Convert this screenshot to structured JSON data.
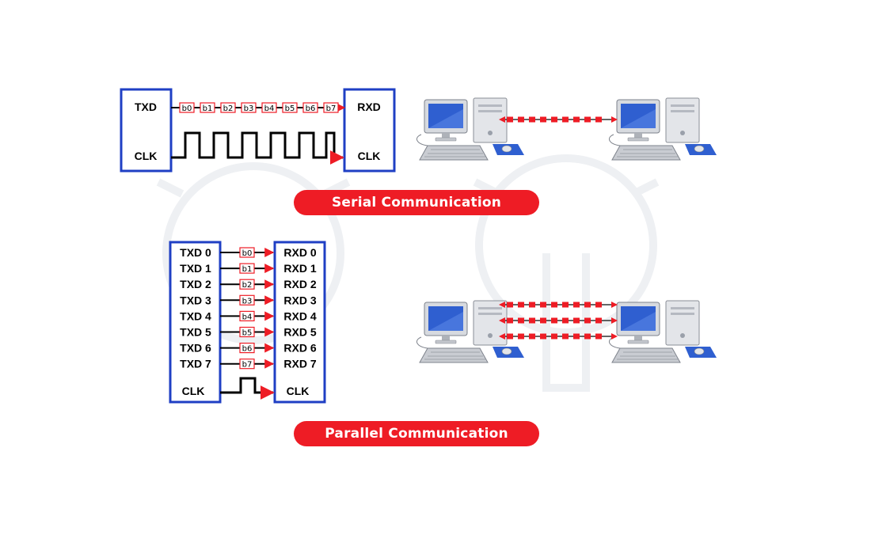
{
  "colors": {
    "box_border": "#1f3fc4",
    "accent_red": "#ee1c25",
    "wire": "#000000",
    "banner_text": "#ffffff",
    "monitor_screen": "#2f5fd0"
  },
  "serial": {
    "tx_label": "TXD",
    "rx_label": "RXD",
    "clk_tx_label": "CLK",
    "clk_rx_label": "CLK",
    "bits": [
      "b0",
      "b1",
      "b2",
      "b3",
      "b4",
      "b5",
      "b6",
      "b7"
    ],
    "banner": "Serial Communication",
    "links": 1,
    "icons": [
      "desktop-computer-icon",
      "desktop-computer-icon"
    ]
  },
  "parallel": {
    "tx_labels": [
      "TXD 0",
      "TXD 1",
      "TXD 2",
      "TXD 3",
      "TXD 4",
      "TXD 5",
      "TXD 6",
      "TXD 7"
    ],
    "rx_labels": [
      "RXD 0",
      "RXD 1",
      "RXD 2",
      "RXD 3",
      "RXD 4",
      "RXD 5",
      "RXD 6",
      "RXD 7"
    ],
    "bits": [
      "b0",
      "b1",
      "b2",
      "b3",
      "b4",
      "b5",
      "b6",
      "b7"
    ],
    "clk_tx_label": "CLK",
    "clk_rx_label": "CLK",
    "banner": "Parallel Communication",
    "links": 3,
    "icons": [
      "desktop-computer-icon",
      "desktop-computer-icon"
    ]
  }
}
